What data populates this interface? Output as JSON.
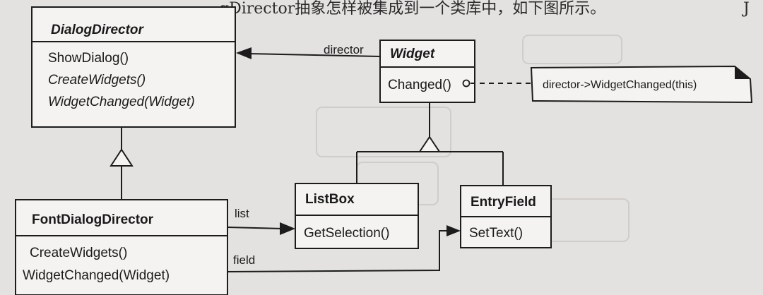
{
  "header_text": "gDirector抽象怎样被集成到一个类库中，如下图所示。",
  "header_mark": "J",
  "classes": {
    "dialog_director": {
      "name": "DialogDirector",
      "ops": [
        "ShowDialog()",
        "CreateWidgets()",
        "WidgetChanged(Widget)"
      ]
    },
    "widget": {
      "name": "Widget",
      "ops": [
        "Changed()"
      ]
    },
    "font_dialog_director": {
      "name": "FontDialogDirector",
      "ops": [
        "CreateWidgets()",
        "WidgetChanged(Widget)"
      ]
    },
    "list_box": {
      "name": "ListBox",
      "ops": [
        "GetSelection()"
      ]
    },
    "entry_field": {
      "name": "EntryField",
      "ops": [
        "SetText()"
      ]
    }
  },
  "associations": {
    "director": "director",
    "list": "list",
    "field": "field"
  },
  "note": {
    "text": "director->WidgetChanged(this)"
  }
}
